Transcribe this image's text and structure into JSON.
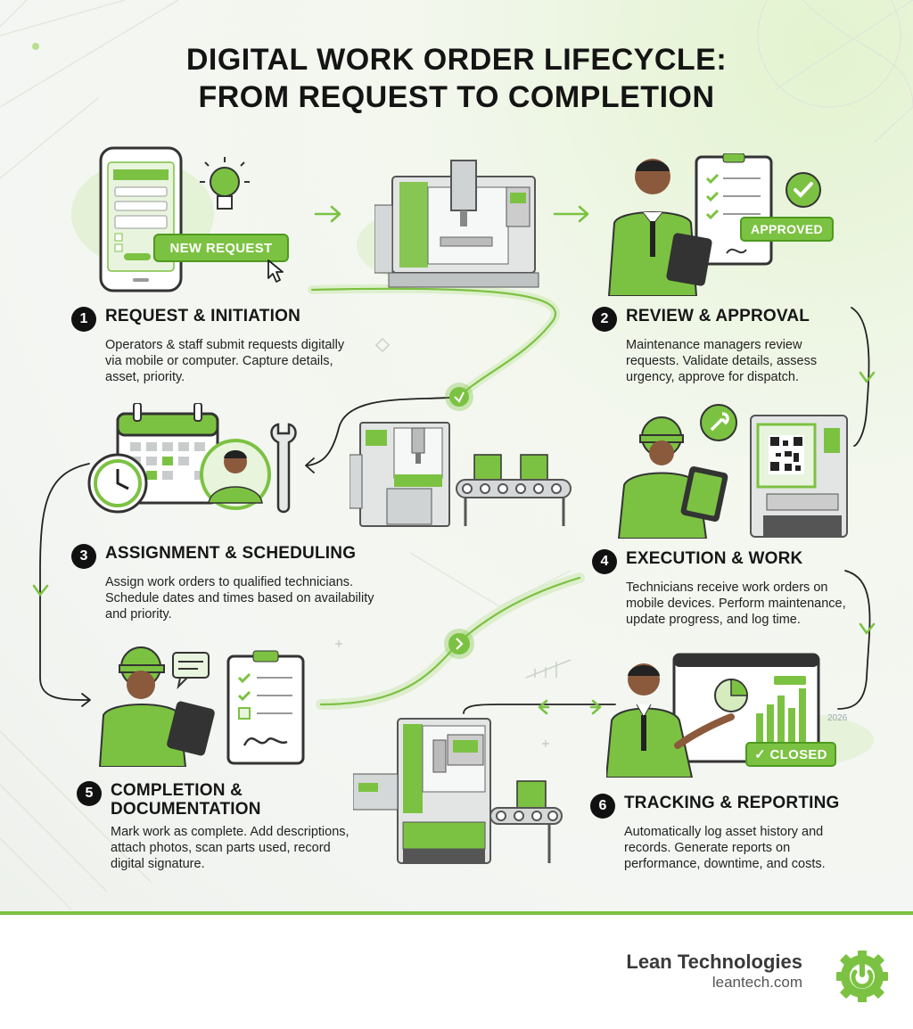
{
  "title": {
    "line1": "DIGITAL WORK ORDER LIFECYCLE:",
    "line2": "FROM REQUEST TO COMPLETION"
  },
  "steps": [
    {
      "number": "1",
      "title": "REQUEST & INITIATION",
      "description": "Operators & staff submit requests digitally via mobile or computer. Capture details, asset, priority."
    },
    {
      "number": "2",
      "title": "REVIEW & APPROVAL",
      "description": "Maintenance managers review requests. Validate details, assess urgency, approve for dispatch."
    },
    {
      "number": "3",
      "title": "ASSIGNMENT & SCHEDULING",
      "description": "Assign work orders to qualified technicians. Schedule dates and times based on availability and priority."
    },
    {
      "number": "4",
      "title": "EXECUTION & WORK",
      "description": "Technicians receive work orders on mobile devices. Perform maintenance, update progress, and log time."
    },
    {
      "number": "5",
      "title_line1": "COMPLETION &",
      "title_line2": "DOCUMENTATION",
      "description": "Mark work as complete. Add descriptions, attach photos, scan parts used, record digital signature."
    },
    {
      "number": "6",
      "title": "TRACKING & REPORTING",
      "description": "Automatically log asset history and records. Generate reports on performance, downtime, and costs."
    }
  ],
  "badges": {
    "new_request": "NEW REQUEST",
    "approved": "APPROVED",
    "closed": "✓ CLOSED"
  },
  "chart_year": "2026",
  "brand": {
    "name": "Lean Technologies",
    "url": "leantech.com"
  },
  "colors": {
    "accent": "#7cc242",
    "accent_dark": "#4e9a1f",
    "ink": "#141414",
    "machine_gray": "#d9dcdc"
  },
  "icons": [
    "lightbulb-icon",
    "cursor-icon",
    "checkmark-icon",
    "clock-icon",
    "calendar-icon",
    "wrench-icon",
    "qr-code-icon",
    "chat-icon",
    "checklist-icon",
    "pie-chart-icon",
    "bar-chart-icon",
    "gear-power-logo"
  ]
}
